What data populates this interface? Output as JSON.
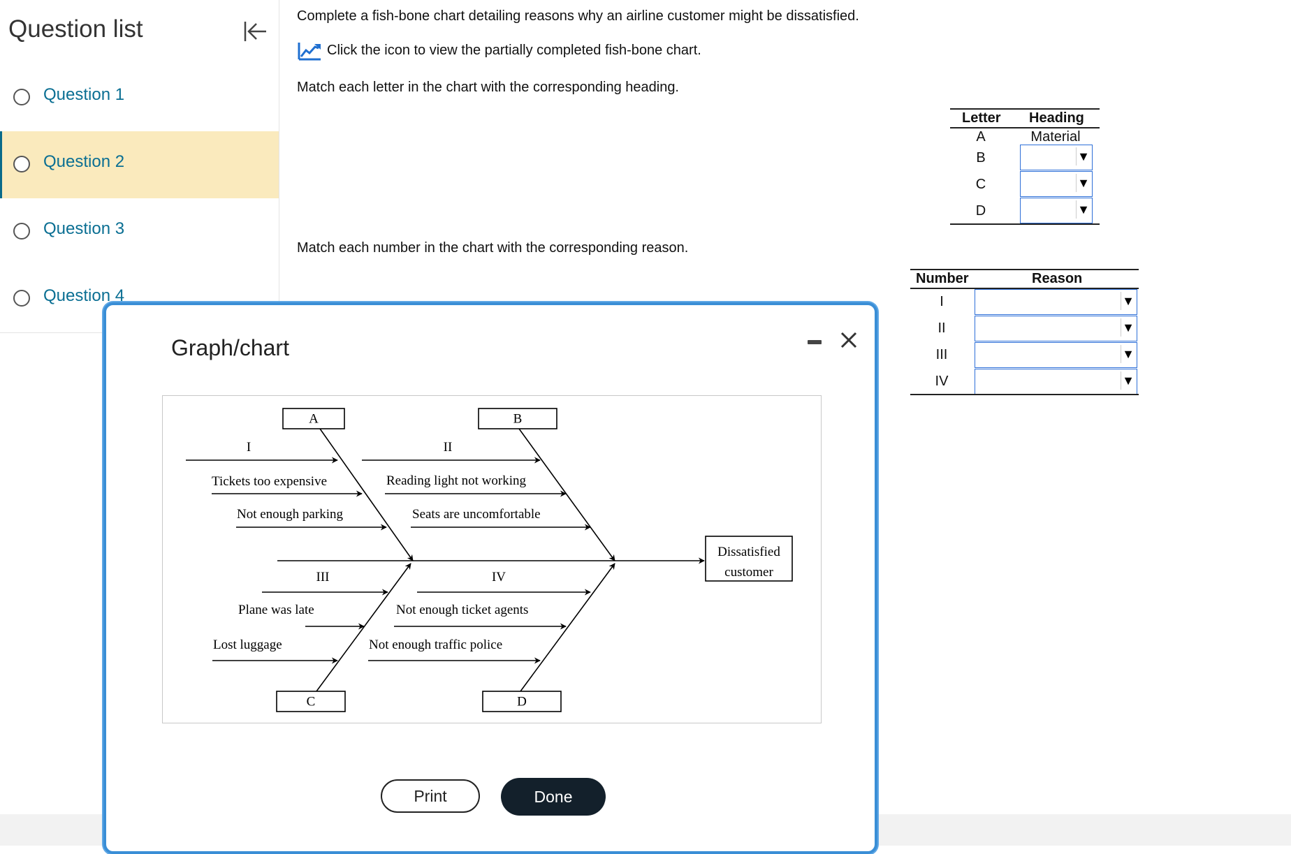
{
  "sidebar": {
    "title": "Question list",
    "collapse_icon": "collapse-left-icon",
    "items": [
      {
        "label": "Question 1",
        "active": false
      },
      {
        "label": "Question 2",
        "active": true
      },
      {
        "label": "Question 3",
        "active": false
      },
      {
        "label": "Question 4",
        "active": false
      }
    ]
  },
  "main": {
    "instruction": "Complete a fish-bone chart detailing reasons why an airline customer might be dissatisfied.",
    "chart_link_text": "Click the icon to view the partially completed fish-bone chart.",
    "chart_icon": "line-chart-icon",
    "heading_prompt": "Match each letter in the chart with the corresponding heading.",
    "reason_prompt": "Match each number in the chart with the corresponding reason."
  },
  "heading_table": {
    "col_letter": "Letter",
    "col_heading": "Heading",
    "rows": [
      {
        "letter": "A",
        "heading": "Material"
      },
      {
        "letter": "B",
        "heading": ""
      },
      {
        "letter": "C",
        "heading": ""
      },
      {
        "letter": "D",
        "heading": ""
      }
    ]
  },
  "reason_table": {
    "col_number": "Number",
    "col_reason": "Reason",
    "rows": [
      {
        "number": "I",
        "reason": ""
      },
      {
        "number": "II",
        "reason": ""
      },
      {
        "number": "III",
        "reason": ""
      },
      {
        "number": "IV",
        "reason": ""
      }
    ]
  },
  "dropdown_arrow": "▼",
  "modal": {
    "title": "Graph/chart",
    "print_label": "Print",
    "done_label": "Done",
    "minimize_icon": "minimize-icon",
    "close_icon": "close-icon"
  },
  "chart_data": {
    "type": "fishbone",
    "effect": [
      "Dissatisfied",
      "customer"
    ],
    "categories": [
      {
        "box": "A",
        "causes": [
          "I",
          "Tickets too expensive",
          "Not enough parking"
        ]
      },
      {
        "box": "B",
        "causes": [
          "II",
          "Reading light not working",
          "Seats are uncomfortable"
        ]
      },
      {
        "box": "C",
        "causes": [
          "III",
          "Plane was late",
          "Lost luggage"
        ]
      },
      {
        "box": "D",
        "causes": [
          "IV",
          "Not enough ticket agents",
          "Not enough traffic police"
        ]
      }
    ]
  }
}
